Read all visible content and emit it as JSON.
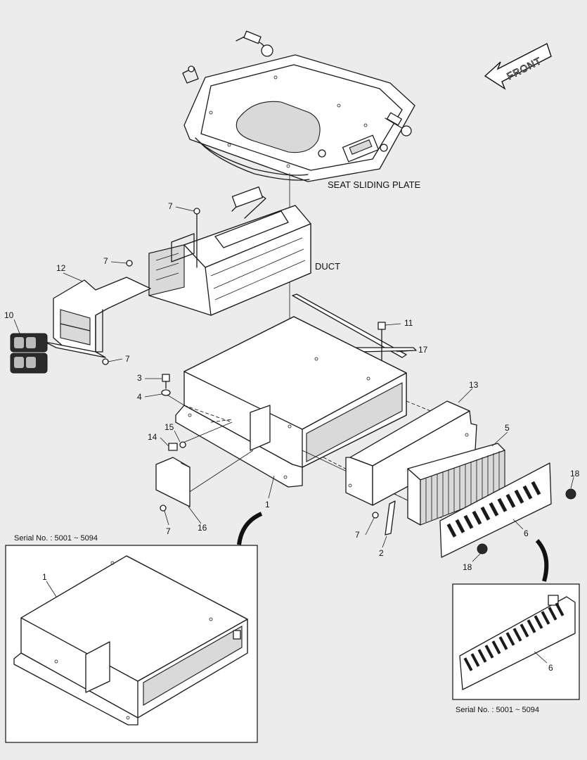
{
  "labels": {
    "front": "FRONT",
    "seat_sliding_plate": "SEAT SLIDING PLATE",
    "duct": "DUCT",
    "serial_left": "Serial No. : 5001 ~ 5094",
    "serial_right": "Serial No. : 5001 ~ 5094"
  },
  "callouts": {
    "p1": "1",
    "p2": "2",
    "p3": "3",
    "p4": "4",
    "p5": "5",
    "p6": "6",
    "p7a": "7",
    "p7b": "7",
    "p7c": "7",
    "p7d": "7",
    "p7e": "7",
    "p10": "10",
    "p11": "11",
    "p12": "12",
    "p13": "13",
    "p14": "14",
    "p15": "15",
    "p16": "16",
    "p17": "17",
    "p18a": "18",
    "p18b": "18",
    "inset_left_1": "1",
    "inset_right_6": "6"
  }
}
